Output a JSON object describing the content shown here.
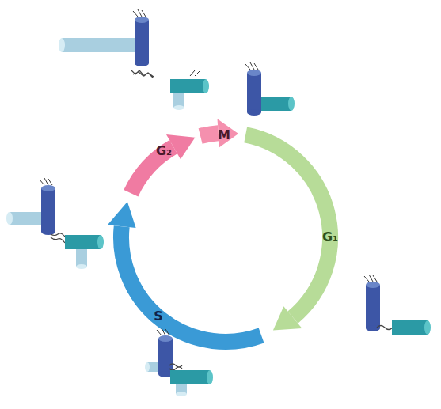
{
  "diagram": {
    "labels": [
      "G₂",
      "M",
      "G₁",
      "S"
    ]
  }
}
